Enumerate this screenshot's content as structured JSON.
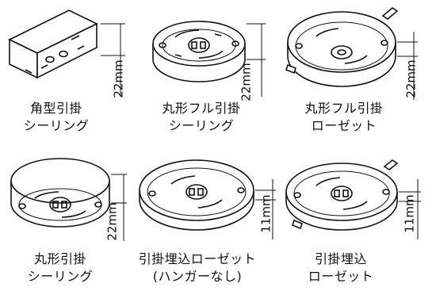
{
  "items": [
    {
      "line1": "角型引掛",
      "line2": "シーリング",
      "height": "22mm"
    },
    {
      "line1": "丸形フル引掛",
      "line2": "シーリング",
      "height": "22mm"
    },
    {
      "line1": "丸形フル引掛",
      "line2": "ローゼット",
      "height": "22mm"
    },
    {
      "line1": "丸形引掛",
      "line2": "シーリング",
      "height": "22mm"
    },
    {
      "line1": "引掛埋込ローゼット",
      "line2": "(ハンガーなし)",
      "height": "11mm"
    },
    {
      "line1": "引掛埋込",
      "line2": "ローゼット",
      "height": "11mm"
    }
  ]
}
